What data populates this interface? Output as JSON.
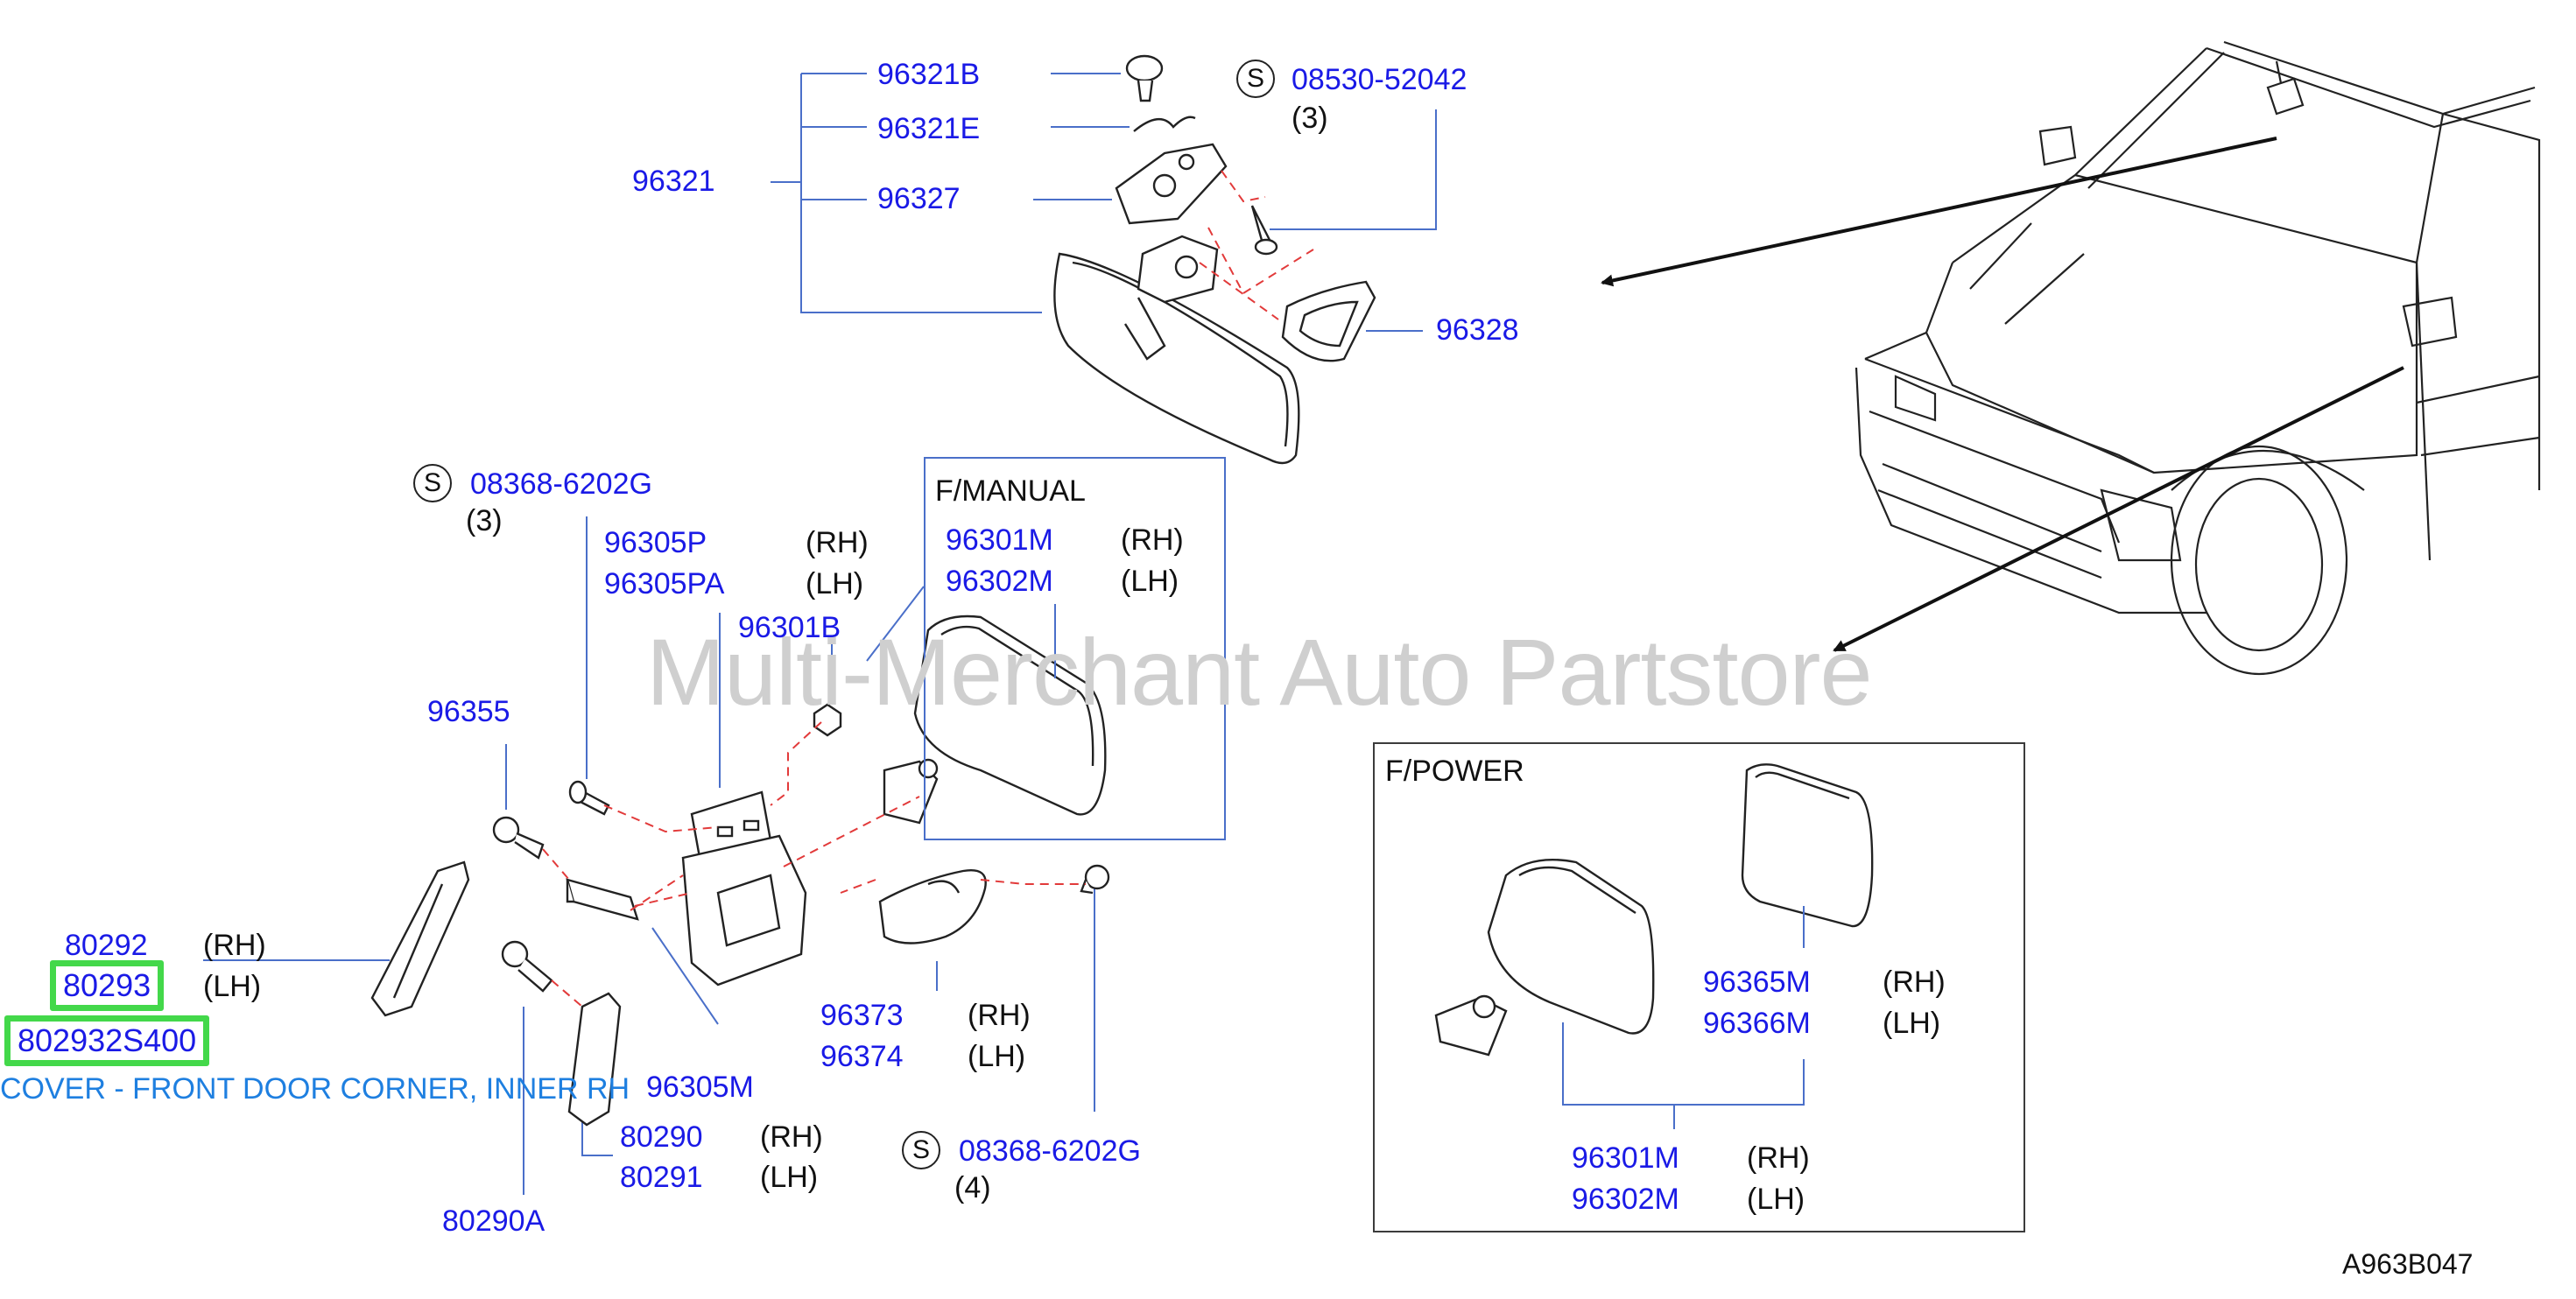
{
  "watermark": "Multi-Merchant Auto Partstore",
  "diagram_code": "A963B047",
  "inner_mirror": {
    "group_number": "96321",
    "parts": [
      "96321B",
      "96321E",
      "96327"
    ],
    "screw": {
      "mark": "S",
      "number": "08530-52042",
      "qty": "(3)"
    },
    "cover_number": "96328"
  },
  "manual_box": {
    "label": "F/MANUAL",
    "rh_number": "96301M",
    "lh_number": "96302M",
    "rh_side": "(RH)",
    "lh_side": "(LH)"
  },
  "door_mirror_parts": {
    "screw_top": {
      "mark": "S",
      "number": "08368-6202G",
      "qty": "(3)"
    },
    "bracket_rh": "96305P",
    "bracket_lh": "96305PA",
    "bracket_rh_side": "(RH)",
    "bracket_lh_side": "(LH)",
    "nut": "96301B",
    "clip": "96355",
    "base": "96305M",
    "finisher_rh": "96373",
    "finisher_lh": "96374",
    "finisher_rh_side": "(RH)",
    "finisher_lh_side": "(LH)",
    "screw_bottom": {
      "mark": "S",
      "number": "08368-6202G",
      "qty": "(4)"
    }
  },
  "corner_cover": {
    "rh_number": "80292",
    "lh_number": "80293",
    "rh_side": "(RH)",
    "lh_side": "(LH)",
    "highlight_number": "802932S400",
    "description": "COVER - FRONT DOOR CORNER, INNER RH"
  },
  "corner_inner": {
    "rh_number": "80290",
    "lh_number": "80291",
    "rh_side": "(RH)",
    "lh_side": "(LH)",
    "clip_number": "80290A"
  },
  "power_box": {
    "label": "F/POWER",
    "glass_rh": "96365M",
    "glass_lh": "96366M",
    "glass_rh_side": "(RH)",
    "glass_lh_side": "(LH)",
    "assy_rh": "96301M",
    "assy_lh": "96302M",
    "assy_rh_side": "(RH)",
    "assy_lh_side": "(LH)"
  },
  "colors": {
    "part_number": "#1a1ae6",
    "leader": "#4a6fc9",
    "dashed": "#e23a3a",
    "highlight_border": "#43d84a",
    "description": "#1e7fe0",
    "watermark": "#cfcfcf"
  }
}
